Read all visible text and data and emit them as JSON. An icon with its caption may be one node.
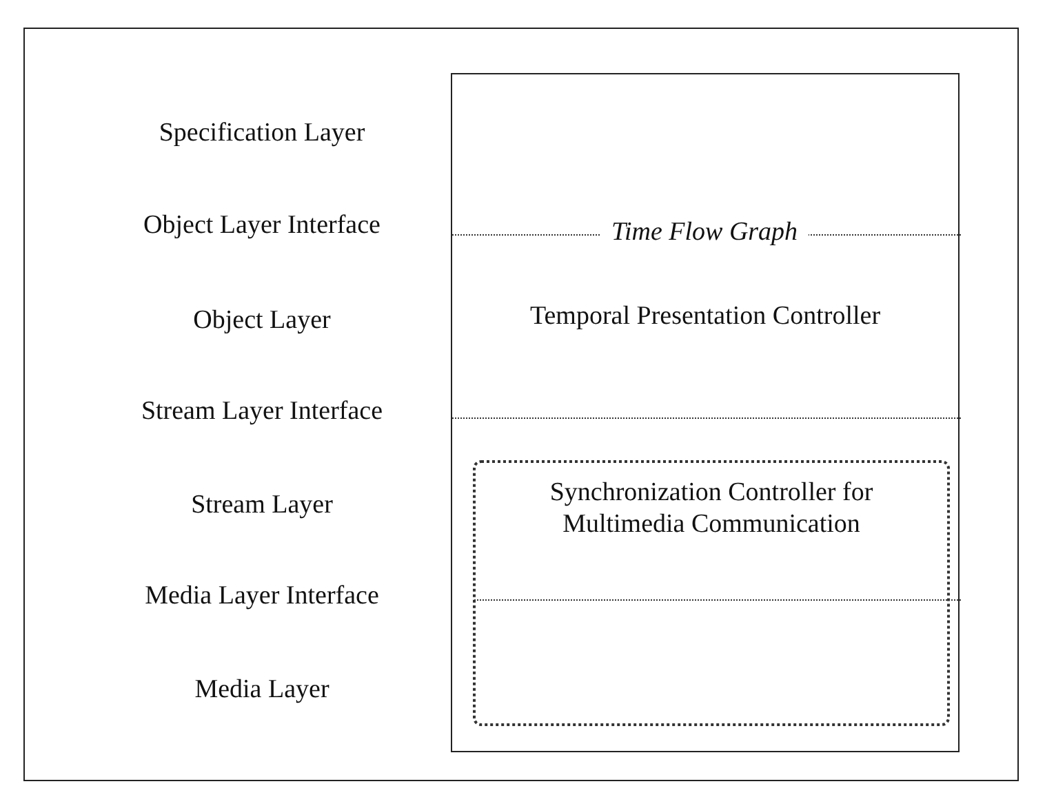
{
  "diagram": {
    "nodes": [
      {
        "text": [
          "Temporal Presentation Controller"
        ]
      },
      {
        "text": [
          "Synchronization Controller for Multimedia Communication"
        ],
        "in": 0
      }
    ],
    "labels": [
      "Specification Layer",
      "Object Layer Interface",
      "Object Layer",
      "Stream Layer Interface",
      "Stream Layer",
      "Media Layer Interface",
      "Media Layer",
      "Time Flow Graph"
    ]
  }
}
